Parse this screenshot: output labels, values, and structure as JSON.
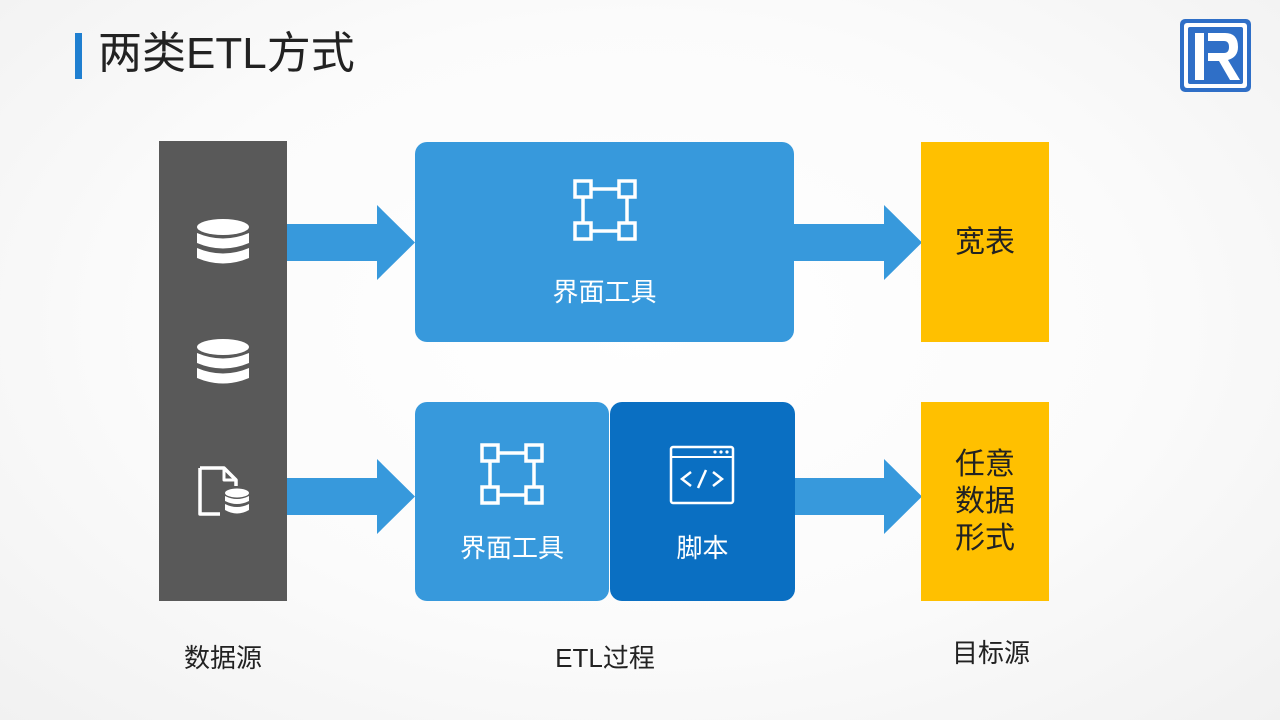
{
  "slide": {
    "title": "两类ETL方式"
  },
  "source": {
    "icons": [
      "database-icon",
      "database-icon",
      "file-database-icon"
    ],
    "label": "数据源"
  },
  "process": {
    "top_box": {
      "icon": "workflow-icon",
      "label": "界面工具"
    },
    "bottom_left_box": {
      "icon": "workflow-icon",
      "label": "界面工具"
    },
    "bottom_right_box": {
      "icon": "code-window-icon",
      "label": "脚本"
    },
    "label": "ETL过程"
  },
  "target": {
    "top": {
      "lines": [
        "宽表"
      ]
    },
    "bottom": {
      "lines": [
        "任意",
        "数据",
        "形式"
      ]
    },
    "label": "目标源"
  },
  "colors": {
    "accent": "#1f7fd0",
    "box_blue": "#3799dc",
    "box_dark_blue": "#0a6fc2",
    "arrow_blue": "#3799dc",
    "source_gray": "#595959",
    "target_yellow": "#ffc000"
  }
}
